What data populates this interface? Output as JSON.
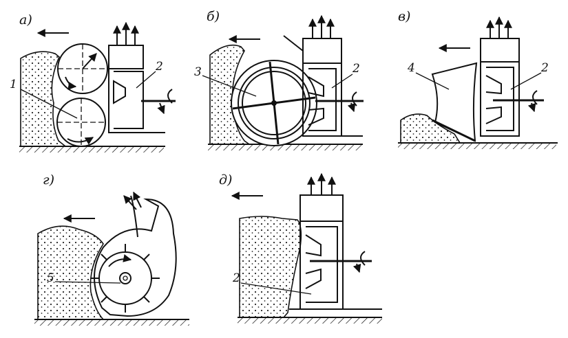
{
  "diagram": {
    "panels": [
      {
        "id": "a",
        "label": "а)",
        "callouts": [
          "1",
          "2"
        ]
      },
      {
        "id": "b",
        "label": "б)",
        "callouts": [
          "3",
          "2"
        ]
      },
      {
        "id": "v",
        "label": "в)",
        "callouts": [
          "4",
          "2"
        ]
      },
      {
        "id": "g",
        "label": "г)",
        "callouts": [
          "5"
        ]
      },
      {
        "id": "d",
        "label": "д)",
        "callouts": [
          "2"
        ]
      }
    ]
  }
}
